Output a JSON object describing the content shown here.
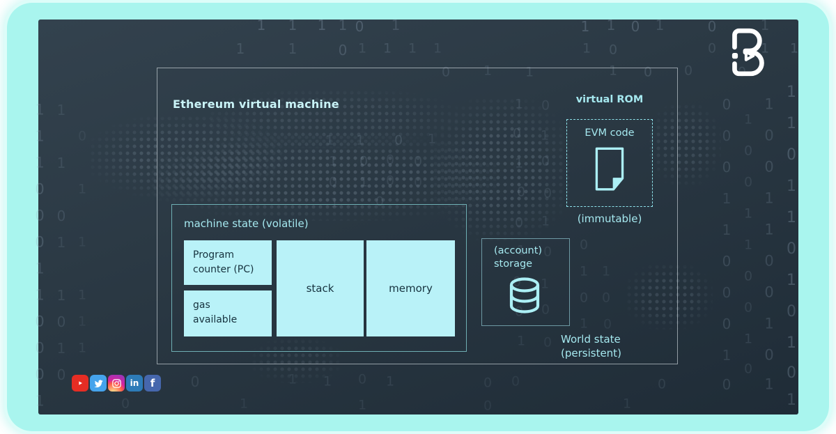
{
  "colors": {
    "frame": "#a9f5ee",
    "accent": "#a5e8ef",
    "title": "#c9f3f7",
    "cell_fill": "#b9f2f8",
    "cell_text": "#16323e",
    "outer_border": "rgba(222,230,235,.6)",
    "teal_border": "#6fafb4",
    "dashed": "#8fe4ec",
    "icon": "#aceff5",
    "digit": "#93a7ba",
    "storage_border": "rgba(127,179,189,.8)"
  },
  "diagram": {
    "title": "Ethereum virtual machine",
    "virtual_rom": {
      "label": "virtual ROM",
      "box_label": "EVM code",
      "note": "(immutable)"
    },
    "machine_state": {
      "label": "machine state (volatile)",
      "cells": [
        {
          "label": "Program\ncounter  (PC)"
        },
        {
          "label": "gas\navailable"
        },
        {
          "label": "stack"
        },
        {
          "label": "memory"
        }
      ]
    },
    "storage": {
      "label": "(account)\nstorage"
    },
    "world_state": {
      "label": "World state\n(persistent)"
    }
  },
  "social": [
    {
      "name": "youtube",
      "color": "#e62d24"
    },
    {
      "name": "twitter",
      "color": "#45a3ec"
    },
    {
      "name": "instagram",
      "color": "radial-gradient(circle at 30% 110%, #fdf497 0%, #fd5949 45%, #d6249f 60%, #9b36b7 90%)"
    },
    {
      "name": "linkedin",
      "color": "#2d7bb8"
    },
    {
      "name": "facebook",
      "color": "#4667ad"
    }
  ],
  "background_digits": [
    [
      375,
      36,
      "1",
      20,
      0.3
    ],
    [
      420,
      36,
      "1",
      20,
      0.28
    ],
    [
      462,
      36,
      "1",
      20,
      0.3
    ],
    [
      492,
      36,
      "1",
      20,
      0.26
    ],
    [
      516,
      38,
      "0",
      20,
      0.3
    ],
    [
      568,
      36,
      "1",
      20,
      0.22
    ],
    [
      840,
      38,
      "1",
      20,
      0.3
    ],
    [
      877,
      36,
      "1",
      20,
      0.26
    ],
    [
      912,
      38,
      "0",
      20,
      0.3
    ],
    [
      947,
      36,
      "1",
      20,
      0.22
    ],
    [
      1022,
      38,
      "0",
      20,
      0.28
    ],
    [
      1098,
      36,
      "1",
      20,
      0.2
    ],
    [
      345,
      70,
      "1",
      20,
      0.22
    ],
    [
      420,
      70,
      "1",
      20,
      0.2
    ],
    [
      492,
      72,
      "0",
      20,
      0.26
    ],
    [
      520,
      70,
      "1",
      19,
      0.18
    ],
    [
      556,
      70,
      "1",
      19,
      0.22
    ],
    [
      592,
      70,
      "1",
      19,
      0.18
    ],
    [
      628,
      70,
      "1",
      19,
      0.16
    ],
    [
      842,
      70,
      "1",
      19,
      0.2
    ],
    [
      880,
      72,
      "0",
      19,
      0.22
    ],
    [
      1022,
      70,
      "0",
      19,
      0.18
    ],
    [
      1098,
      70,
      "1",
      19,
      0.24
    ],
    [
      1140,
      70,
      "1",
      19,
      0.26
    ],
    [
      640,
      104,
      "0",
      19,
      0.18
    ],
    [
      700,
      102,
      "1",
      19,
      0.16
    ],
    [
      760,
      104,
      "1",
      19,
      0.18
    ],
    [
      880,
      102,
      "1",
      19,
      0.2
    ],
    [
      930,
      104,
      "0",
      19,
      0.22
    ],
    [
      988,
      102,
      "0",
      19,
      0.18
    ],
    [
      1065,
      104,
      "0",
      19,
      0.16
    ],
    [
      57,
      158,
      "1",
      21,
      0.22
    ],
    [
      57,
      196,
      "1",
      21,
      0.24
    ],
    [
      57,
      234,
      "1",
      21,
      0.22
    ],
    [
      57,
      272,
      "0",
      21,
      0.26
    ],
    [
      57,
      310,
      "0",
      21,
      0.24
    ],
    [
      57,
      348,
      "0",
      21,
      0.26
    ],
    [
      57,
      386,
      "1",
      21,
      0.22
    ],
    [
      57,
      424,
      "1",
      21,
      0.24
    ],
    [
      57,
      462,
      "0",
      21,
      0.26
    ],
    [
      57,
      500,
      "0",
      21,
      0.22
    ],
    [
      57,
      538,
      "0",
      21,
      0.24
    ],
    [
      57,
      576,
      "1",
      21,
      0.2
    ],
    [
      88,
      158,
      "1",
      20,
      0.14
    ],
    [
      88,
      234,
      "1",
      20,
      0.16
    ],
    [
      88,
      310,
      "0",
      20,
      0.18
    ],
    [
      88,
      348,
      "1",
      20,
      0.14
    ],
    [
      88,
      424,
      "1",
      20,
      0.16
    ],
    [
      88,
      462,
      "0",
      20,
      0.18
    ],
    [
      88,
      500,
      "1",
      20,
      0.14
    ],
    [
      88,
      538,
      "0",
      20,
      0.16
    ],
    [
      118,
      196,
      "0",
      19,
      0.1
    ],
    [
      118,
      272,
      "1",
      19,
      0.12
    ],
    [
      118,
      348,
      "1",
      19,
      0.1
    ],
    [
      118,
      424,
      "1",
      19,
      0.12
    ],
    [
      118,
      462,
      "1",
      19,
      0.1
    ],
    [
      118,
      500,
      "1",
      19,
      0.12
    ],
    [
      1043,
      150,
      "0",
      20,
      0.2
    ],
    [
      1043,
      195,
      "0",
      20,
      0.18
    ],
    [
      1043,
      240,
      "0",
      20,
      0.2
    ],
    [
      1043,
      285,
      "1",
      20,
      0.16
    ],
    [
      1043,
      330,
      "1",
      20,
      0.18
    ],
    [
      1043,
      375,
      "0",
      20,
      0.2
    ],
    [
      1043,
      420,
      "0",
      20,
      0.18
    ],
    [
      1043,
      465,
      "0",
      20,
      0.2
    ],
    [
      1043,
      510,
      "1",
      20,
      0.16
    ],
    [
      1043,
      552,
      "0",
      20,
      0.18
    ],
    [
      1074,
      172,
      "1",
      19,
      0.14
    ],
    [
      1074,
      217,
      "0",
      19,
      0.16
    ],
    [
      1074,
      262,
      "0",
      19,
      0.14
    ],
    [
      1074,
      307,
      "1",
      19,
      0.16
    ],
    [
      1074,
      352,
      "1",
      19,
      0.14
    ],
    [
      1074,
      397,
      "0",
      19,
      0.16
    ],
    [
      1074,
      442,
      "0",
      19,
      0.14
    ],
    [
      1074,
      487,
      "1",
      19,
      0.16
    ],
    [
      1074,
      530,
      "0",
      19,
      0.14
    ],
    [
      1104,
      150,
      "1",
      21,
      0.22
    ],
    [
      1104,
      195,
      "0",
      21,
      0.2
    ],
    [
      1104,
      240,
      "0",
      21,
      0.22
    ],
    [
      1104,
      285,
      "1",
      21,
      0.2
    ],
    [
      1104,
      330,
      "1",
      21,
      0.22
    ],
    [
      1104,
      375,
      "0",
      21,
      0.2
    ],
    [
      1104,
      420,
      "0",
      21,
      0.22
    ],
    [
      1104,
      465,
      "1",
      21,
      0.2
    ],
    [
      1104,
      510,
      "0",
      21,
      0.22
    ],
    [
      1104,
      552,
      "1",
      21,
      0.2
    ],
    [
      1136,
      133,
      "1",
      22,
      0.3
    ],
    [
      1136,
      178,
      "1",
      22,
      0.28
    ],
    [
      1136,
      223,
      "0",
      22,
      0.3
    ],
    [
      1136,
      268,
      "1",
      22,
      0.26
    ],
    [
      1136,
      313,
      "1",
      22,
      0.3
    ],
    [
      1136,
      358,
      "0",
      22,
      0.28
    ],
    [
      1136,
      403,
      "1",
      22,
      0.3
    ],
    [
      1136,
      448,
      "0",
      22,
      0.26
    ],
    [
      1136,
      493,
      "1",
      22,
      0.3
    ],
    [
      1136,
      536,
      "0",
      22,
      0.28
    ],
    [
      1136,
      575,
      "1",
      22,
      0.24
    ],
    [
      473,
      202,
      "1",
      19,
      0.16
    ],
    [
      517,
      202,
      "1",
      19,
      0.18
    ],
    [
      572,
      202,
      "0",
      19,
      0.2
    ],
    [
      620,
      200,
      "1",
      19,
      0.14
    ],
    [
      478,
      232,
      "1",
      19,
      0.16
    ],
    [
      522,
      232,
      "0",
      19,
      0.18
    ],
    [
      560,
      230,
      "0",
      19,
      0.14
    ],
    [
      600,
      232,
      "0",
      19,
      0.16
    ],
    [
      478,
      262,
      "0",
      19,
      0.14
    ],
    [
      522,
      262,
      "1",
      19,
      0.16
    ],
    [
      560,
      260,
      "0",
      19,
      0.14
    ],
    [
      600,
      262,
      "0",
      19,
      0.12
    ],
    [
      480,
      292,
      "1",
      19,
      0.12
    ],
    [
      545,
      290,
      "0",
      19,
      0.14
    ],
    [
      745,
      150,
      "1",
      19,
      0.16
    ],
    [
      783,
      152,
      "0",
      19,
      0.14
    ],
    [
      742,
      192,
      "0",
      19,
      0.16
    ],
    [
      782,
      195,
      "1",
      19,
      0.14
    ],
    [
      745,
      235,
      "1",
      19,
      0.16
    ],
    [
      783,
      232,
      "0",
      19,
      0.14
    ],
    [
      748,
      276,
      "0",
      19,
      0.16
    ],
    [
      786,
      278,
      "0",
      19,
      0.14
    ],
    [
      745,
      320,
      "0",
      19,
      0.16
    ],
    [
      783,
      318,
      "1",
      19,
      0.14
    ],
    [
      748,
      360,
      "1",
      19,
      0.14
    ],
    [
      786,
      362,
      "0",
      19,
      0.12
    ],
    [
      742,
      405,
      "0",
      19,
      0.14
    ],
    [
      782,
      408,
      "1",
      19,
      0.12
    ],
    [
      745,
      448,
      "0",
      19,
      0.14
    ],
    [
      783,
      445,
      "0",
      19,
      0.12
    ],
    [
      748,
      490,
      "1",
      19,
      0.12
    ],
    [
      786,
      492,
      "0",
      19,
      0.1
    ],
    [
      838,
      352,
      "0",
      19,
      0.14
    ],
    [
      838,
      390,
      "1",
      19,
      0.14
    ],
    [
      870,
      390,
      "1",
      19,
      0.12
    ],
    [
      838,
      428,
      "0",
      19,
      0.14
    ],
    [
      870,
      428,
      "0",
      19,
      0.12
    ],
    [
      838,
      465,
      "1",
      19,
      0.12
    ],
    [
      872,
      466,
      "0",
      19,
      0.1
    ],
    [
      280,
      548,
      "0",
      20,
      0.14
    ],
    [
      420,
      545,
      "1",
      19,
      0.12
    ],
    [
      470,
      548,
      "1",
      19,
      0.14
    ],
    [
      520,
      545,
      "0",
      19,
      0.12
    ],
    [
      560,
      548,
      "1",
      19,
      0.14
    ],
    [
      700,
      550,
      "0",
      19,
      0.12
    ],
    [
      740,
      548,
      "0",
      19,
      0.1
    ],
    [
      950,
      552,
      "0",
      19,
      0.14
    ],
    [
      180,
      580,
      "0",
      19,
      0.12
    ],
    [
      350,
      580,
      "1",
      19,
      0.1
    ],
    [
      520,
      582,
      "1",
      19,
      0.12
    ],
    [
      700,
      583,
      "0",
      19,
      0.1
    ],
    [
      900,
      580,
      "1",
      19,
      0.12
    ]
  ]
}
